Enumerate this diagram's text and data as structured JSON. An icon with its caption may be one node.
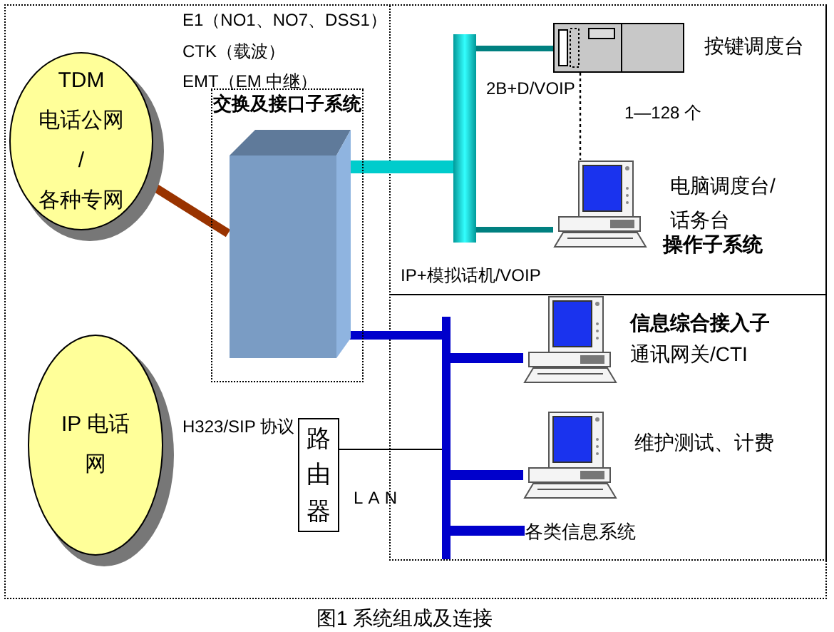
{
  "diagram": {
    "caption": "图1 系统组成及连接",
    "nodes": [
      {
        "text": [
          "TDM 电话公网 / 各种专网"
        ]
      },
      {
        "text": [
          "IP 电话网"
        ]
      },
      {
        "text": [
          "交换及接口子系统"
        ]
      },
      {
        "text": [],
        "shape": "box",
        "in": 2
      },
      {
        "text": [],
        "shape": "bar"
      },
      {
        "text": [],
        "shape": "picture",
        "beside": [
          "按键调度台"
        ]
      },
      {
        "text": [],
        "shape": "picture",
        "beside": [
          "电脑调度台/话务台"
        ]
      },
      {
        "text": [],
        "shape": "bar"
      },
      {
        "text": [],
        "shape": "picture",
        "beside": [
          "信息综合接入子",
          "通讯网关/CTI"
        ]
      },
      {
        "text": [],
        "shape": "picture",
        "beside": [
          "维护测试、计费"
        ]
      },
      {
        "text": [
          "各类信息系统"
        ]
      },
      {
        "text": [
          "路由器"
        ]
      }
    ],
    "edges": [
      {
        "from": 0,
        "to": 3,
        "arrow": "none",
        "color": "#993300"
      },
      {
        "from": 3,
        "to": 4,
        "arrow": "none",
        "color": "#00cccc"
      },
      {
        "from": 4,
        "to": 5,
        "arrow": "none",
        "color": "#008080"
      },
      {
        "from": 4,
        "to": 6,
        "arrow": "none",
        "color": "#008080"
      },
      {
        "from": 5,
        "to": 6,
        "arrow": "none",
        "style": "dashed",
        "color": "#000000"
      },
      {
        "from": 3,
        "to": 7,
        "arrow": "none",
        "color": "#0000cc"
      },
      {
        "from": 7,
        "to": 8,
        "arrow": "none",
        "color": "#0000cc"
      },
      {
        "from": 7,
        "to": 9,
        "arrow": "none",
        "color": "#0000cc"
      },
      {
        "from": 7,
        "to": 10,
        "arrow": "none",
        "color": "#0000cc"
      },
      {
        "from": 11,
        "to": 7,
        "arrow": "none",
        "color": "#000000"
      }
    ],
    "labels": [
      "E1（NO1、NO7、DSS1）",
      "CTK（载波）",
      "EMT（EM 中继）",
      "2B+D/VOIP",
      "1—128 个",
      "操作子系统",
      "IP+模拟话机/VOIP",
      "H323/SIP 协议",
      "LAN"
    ]
  }
}
